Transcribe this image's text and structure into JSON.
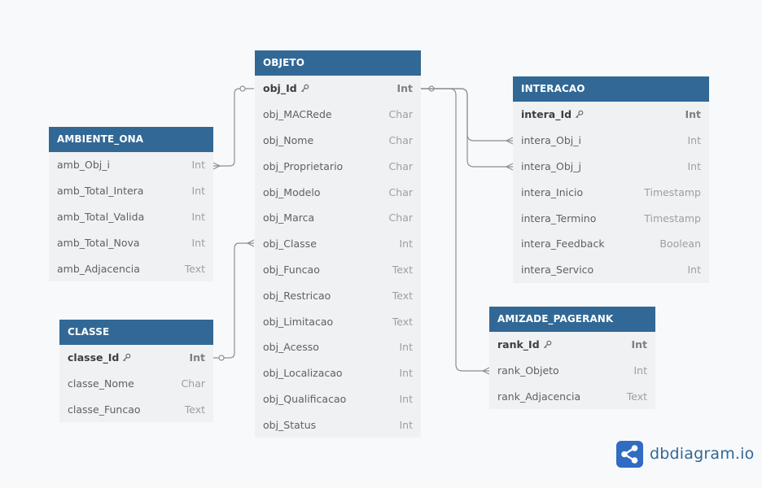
{
  "tables": {
    "objeto": {
      "name": "OBJETO",
      "fields": [
        {
          "name": "obj_Id",
          "type": "Int",
          "pk": true
        },
        {
          "name": "obj_MACRede",
          "type": "Char"
        },
        {
          "name": "obj_Nome",
          "type": "Char"
        },
        {
          "name": "obj_Proprietario",
          "type": "Char"
        },
        {
          "name": "obj_Modelo",
          "type": "Char"
        },
        {
          "name": "obj_Marca",
          "type": "Char"
        },
        {
          "name": "obj_Classe",
          "type": "Int"
        },
        {
          "name": "obj_Funcao",
          "type": "Text"
        },
        {
          "name": "obj_Restricao",
          "type": "Text"
        },
        {
          "name": "obj_Limitacao",
          "type": "Text"
        },
        {
          "name": "obj_Acesso",
          "type": "Int"
        },
        {
          "name": "obj_Localizacao",
          "type": "Int"
        },
        {
          "name": "obj_Qualificacao",
          "type": "Int"
        },
        {
          "name": "obj_Status",
          "type": "Int"
        }
      ]
    },
    "ambiente_ona": {
      "name": "AMBIENTE_ONA",
      "fields": [
        {
          "name": "amb_Obj_i",
          "type": "Int"
        },
        {
          "name": "amb_Total_Intera",
          "type": "Int"
        },
        {
          "name": "amb_Total_Valida",
          "type": "Int"
        },
        {
          "name": "amb_Total_Nova",
          "type": "Int"
        },
        {
          "name": "amb_Adjacencia",
          "type": "Text"
        }
      ]
    },
    "classe": {
      "name": "CLASSE",
      "fields": [
        {
          "name": "classe_Id",
          "type": "Int",
          "pk": true
        },
        {
          "name": "classe_Nome",
          "type": "Char"
        },
        {
          "name": "classe_Funcao",
          "type": "Text"
        }
      ]
    },
    "interacao": {
      "name": "INTERACAO",
      "fields": [
        {
          "name": "intera_Id",
          "type": "Int",
          "pk": true
        },
        {
          "name": "intera_Obj_i",
          "type": "Int"
        },
        {
          "name": "intera_Obj_j",
          "type": "Int"
        },
        {
          "name": "intera_Inicio",
          "type": "Timestamp"
        },
        {
          "name": "intera_Termino",
          "type": "Timestamp"
        },
        {
          "name": "intera_Feedback",
          "type": "Boolean"
        },
        {
          "name": "intera_Servico",
          "type": "Int"
        }
      ]
    },
    "amizade_pagerank": {
      "name": "AMIZADE_PAGERANK",
      "fields": [
        {
          "name": "rank_Id",
          "type": "Int",
          "pk": true
        },
        {
          "name": "rank_Objeto",
          "type": "Int"
        },
        {
          "name": "rank_Adjacencia",
          "type": "Text"
        }
      ]
    }
  },
  "relationships": [
    {
      "from": "objeto.obj_Id",
      "to": "ambiente_ona.amb_Obj_i",
      "cardinality": "one-to-many"
    },
    {
      "from": "classe.classe_Id",
      "to": "objeto.obj_Classe",
      "cardinality": "one-to-many"
    },
    {
      "from": "objeto.obj_Id",
      "to": "interacao.intera_Obj_i",
      "cardinality": "one-to-many"
    },
    {
      "from": "objeto.obj_Id",
      "to": "interacao.intera_Obj_j",
      "cardinality": "one-to-many"
    },
    {
      "from": "objeto.obj_Id",
      "to": "amizade_pagerank.rank_Objeto",
      "cardinality": "one-to-many"
    }
  ],
  "colors": {
    "header": "#316896",
    "table_body": "#f0f1f2",
    "connector": "#8a8f94"
  },
  "brand": {
    "text": "dbdiagram.io",
    "icon": "share-nodes-icon"
  }
}
